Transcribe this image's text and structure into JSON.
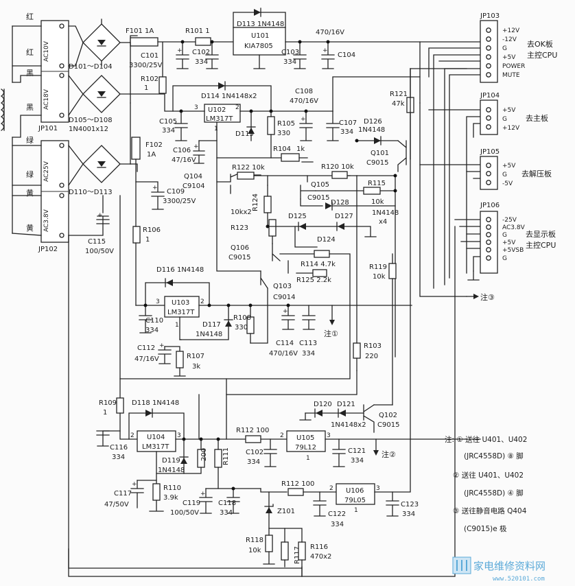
{
  "connectors": {
    "jp101": {
      "id": "JP101",
      "pins": [
        "红",
        "红",
        "黑",
        "黑"
      ],
      "windings": [
        "AC10V",
        "AC18V"
      ]
    },
    "jp102": {
      "id": "JP102",
      "pins": [
        "绿",
        "绿",
        "黄",
        "黄"
      ],
      "windings": [
        "AC25V",
        "AC3.8V"
      ]
    },
    "jp103": {
      "id": "JP103",
      "pins": [
        "+12V",
        "-12V",
        "G",
        "+5V",
        "POWER",
        "MUTE"
      ],
      "dest": [
        "去OK板",
        "主控CPU"
      ]
    },
    "jp104": {
      "id": "JP104",
      "pins": [
        "+5V",
        "G",
        "+12V"
      ],
      "dest": "去主板"
    },
    "jp105": {
      "id": "JP105",
      "pins": [
        "+5V",
        "G",
        "-5V"
      ],
      "dest": "去解压板"
    },
    "jp106": {
      "id": "JP106",
      "pins": [
        "-25V",
        "AC3.8V",
        "G",
        "+5V",
        "+5VSB",
        "G"
      ],
      "dest": [
        "去显示板",
        "主控CPU"
      ]
    }
  },
  "regulators": {
    "u101": {
      "ref": "U101",
      "part": "KIA7805"
    },
    "u102": {
      "ref": "U102",
      "part": "LM317T"
    },
    "u103": {
      "ref": "U103",
      "part": "LM317T"
    },
    "u104": {
      "ref": "U104",
      "part": "LM317T"
    },
    "u105": {
      "ref": "U105",
      "part": "79L12"
    },
    "u106": {
      "ref": "U106",
      "part": "79L05"
    }
  },
  "pin_numbers": {
    "p1": "1",
    "p2": "2",
    "p3": "3"
  },
  "bridges": {
    "b1": "D101～D104",
    "b2": "D105～D108",
    "b2b": "1N4001x12",
    "b3": "D110～D113"
  },
  "labels": {
    "f101": "F101  1A",
    "r101": "R101  1",
    "d113": "D113  1N4148",
    "c101a": "C101",
    "c101b": "3300/25V",
    "c102": "C102",
    "c102v": "334",
    "c103": "C103",
    "c103v": "334",
    "v470": "470/16V",
    "c104": "C104",
    "r102a": "R102",
    "r102b": "1",
    "d114": "D114  1N4148x2",
    "c108a": "C108",
    "c108b": "470/16V",
    "c105a": "C105",
    "c105b": "334",
    "d115": "D115",
    "r105a": "R105",
    "r105b": "330",
    "c107a": "C107",
    "c107b": "334",
    "r121a": "R121",
    "r121b": "47k",
    "d126a": "D126",
    "d126b": "1N4148",
    "q101a": "Q101",
    "q101b": "C9015",
    "c106a": "C106",
    "c106b": "47/16V",
    "r104": "R104",
    "r104v": "1k",
    "f102a": "F102",
    "f102b": "1A",
    "r120": "R120  10k",
    "q104a": "Q104",
    "q104b": "C9104",
    "r122": "R122  10k",
    "q105a": "Q105",
    "q105b": "C9015",
    "r115a": "R115",
    "r115b": "10k",
    "d128": "D128",
    "d128b": "1N4148",
    "d128c": "x4",
    "c109a": "C109",
    "c109b": "3300/25V",
    "r124": "R124",
    "r10kx2": "10kx2",
    "r123": "R123",
    "d125": "D125",
    "d127": "D127",
    "d124": "D124",
    "q106a": "Q106",
    "q106b": "C9015",
    "r106a": "R106",
    "r106b": "1",
    "r114": "R114  4.7k",
    "r125": "R125  2.2k",
    "r119a": "R119",
    "r119b": "10k",
    "c115a": "C115",
    "c115b": "100/50V",
    "d116": "D116  1N4148",
    "q103a": "Q103",
    "q103b": "C9014",
    "c110a": "C110",
    "c110b": "334",
    "d117a": "D117",
    "d117b": "1N4148",
    "r108a": "R108",
    "r108b": "330",
    "c114a": "C114",
    "c114b": "470/16V",
    "c113a": "C113",
    "c113b": "334",
    "c112a": "C112",
    "c112b": "47/16V",
    "r107a": "R107",
    "r107b": "3k",
    "r103a": "R103",
    "r103b": "220",
    "r109a": "R109",
    "r109b": "1",
    "d118": "D118  1N4148",
    "d120": "D120",
    "d121": "D121",
    "d121b": "1N4148x2",
    "q102a": "Q102",
    "q102b": "C9015",
    "c116a": "C116",
    "c116b": "334",
    "r112a": "R112  100",
    "c102b": "C102",
    "c102bv": "334",
    "c121a": "C121",
    "c121b": "334",
    "d119a": "D119",
    "d119b": "1N4148",
    "r200": "200",
    "r111": "R111",
    "r112b": "R112  100",
    "c117a": "C117",
    "c117b": "47/50V",
    "r110a": "R110",
    "r110b": "3.9k",
    "c119a": "C119",
    "c119b": "100/50V",
    "c118a": "C118",
    "c118b": "334",
    "z101": "Z101",
    "c122a": "C122",
    "c122b": "334",
    "c123a": "C123",
    "c123b": "334",
    "r118a": "R118",
    "r118b": "10k",
    "r117": "R117",
    "r116a": "R116",
    "r116b": "470x2"
  },
  "markers": {
    "n1": "注①",
    "n2": "注②",
    "n3": "注③"
  },
  "notes": [
    "注: ① 送往 U401、U402",
    "(JRC4558D) ⑧ 脚",
    "② 送往 U401、U402",
    "(JRC4558D) ④ 脚",
    "③ 送往静音电路 Q404",
    "(C9015)e 极"
  ],
  "watermark": {
    "text": "家电维修资料网",
    "url": "www.520101.com"
  }
}
